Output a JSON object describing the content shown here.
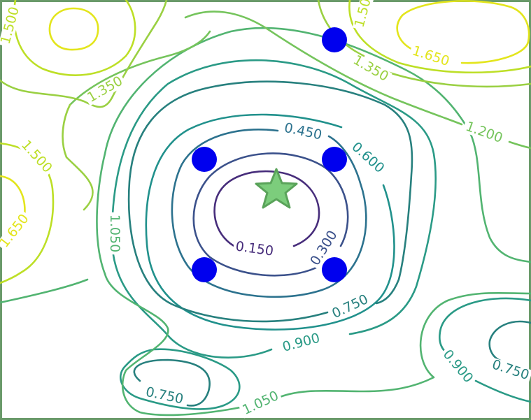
{
  "chart_data": {
    "type": "contour",
    "title": "",
    "xlabel": "",
    "ylabel": "",
    "levels": [
      0.15,
      0.3,
      0.45,
      0.6,
      0.75,
      0.9,
      1.05,
      1.2,
      1.35,
      1.5,
      1.65
    ],
    "level_labels": [
      "0.150",
      "0.300",
      "0.450",
      "0.600",
      "0.750",
      "0.900",
      "1.050",
      "1.200",
      "1.350",
      "1.500",
      "1.650"
    ],
    "colormap": "viridis",
    "minimum_marker": {
      "shape": "star",
      "color": "#7ccd7c"
    },
    "points": {
      "color": "#0000ee",
      "count": 5
    }
  }
}
